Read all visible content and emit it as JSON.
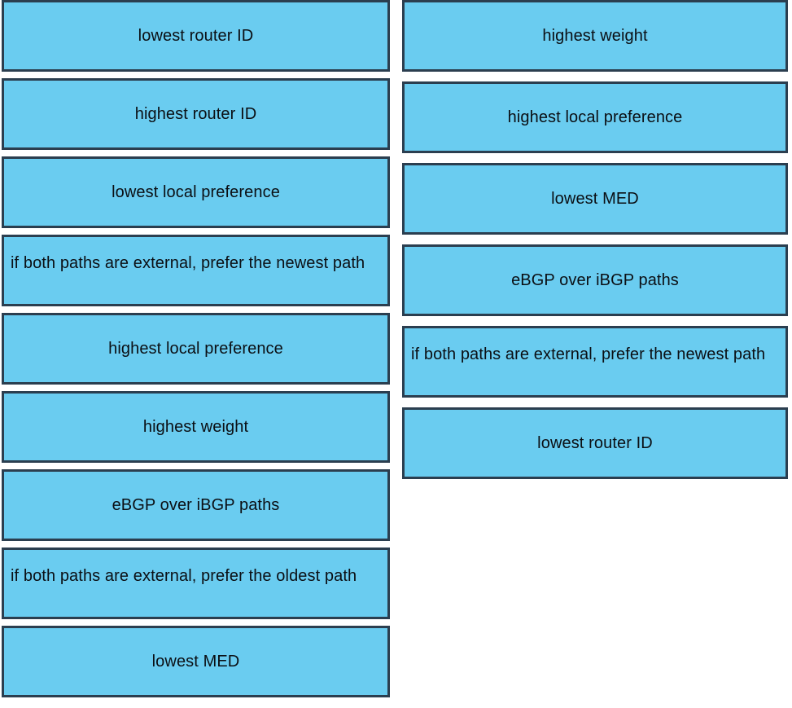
{
  "theme": {
    "box_fill": "#6accf0",
    "box_border": "#2b3e4f",
    "text_color": "#0b0f14",
    "page_background": "#ffffff"
  },
  "left_column": {
    "name": "answer-bank",
    "items": [
      {
        "label": "lowest router ID",
        "multiline": false
      },
      {
        "label": "highest router ID",
        "multiline": false
      },
      {
        "label": "lowest local preference",
        "multiline": false
      },
      {
        "label": "if both paths are external, prefer the newest path",
        "multiline": true
      },
      {
        "label": "highest local preference",
        "multiline": false
      },
      {
        "label": "highest weight",
        "multiline": false
      },
      {
        "label": "eBGP over iBGP paths",
        "multiline": false
      },
      {
        "label": "if both paths are external, prefer the oldest path",
        "multiline": true
      },
      {
        "label": "lowest MED",
        "multiline": false
      }
    ]
  },
  "right_column": {
    "name": "ordered-answer-list",
    "items": [
      {
        "label": "highest weight",
        "multiline": false
      },
      {
        "label": "highest local preference",
        "multiline": false
      },
      {
        "label": "lowest MED",
        "multiline": false
      },
      {
        "label": "eBGP over iBGP paths",
        "multiline": false
      },
      {
        "label": "if both paths are external, prefer the newest path",
        "multiline": true
      },
      {
        "label": "lowest router ID",
        "multiline": false
      }
    ]
  }
}
